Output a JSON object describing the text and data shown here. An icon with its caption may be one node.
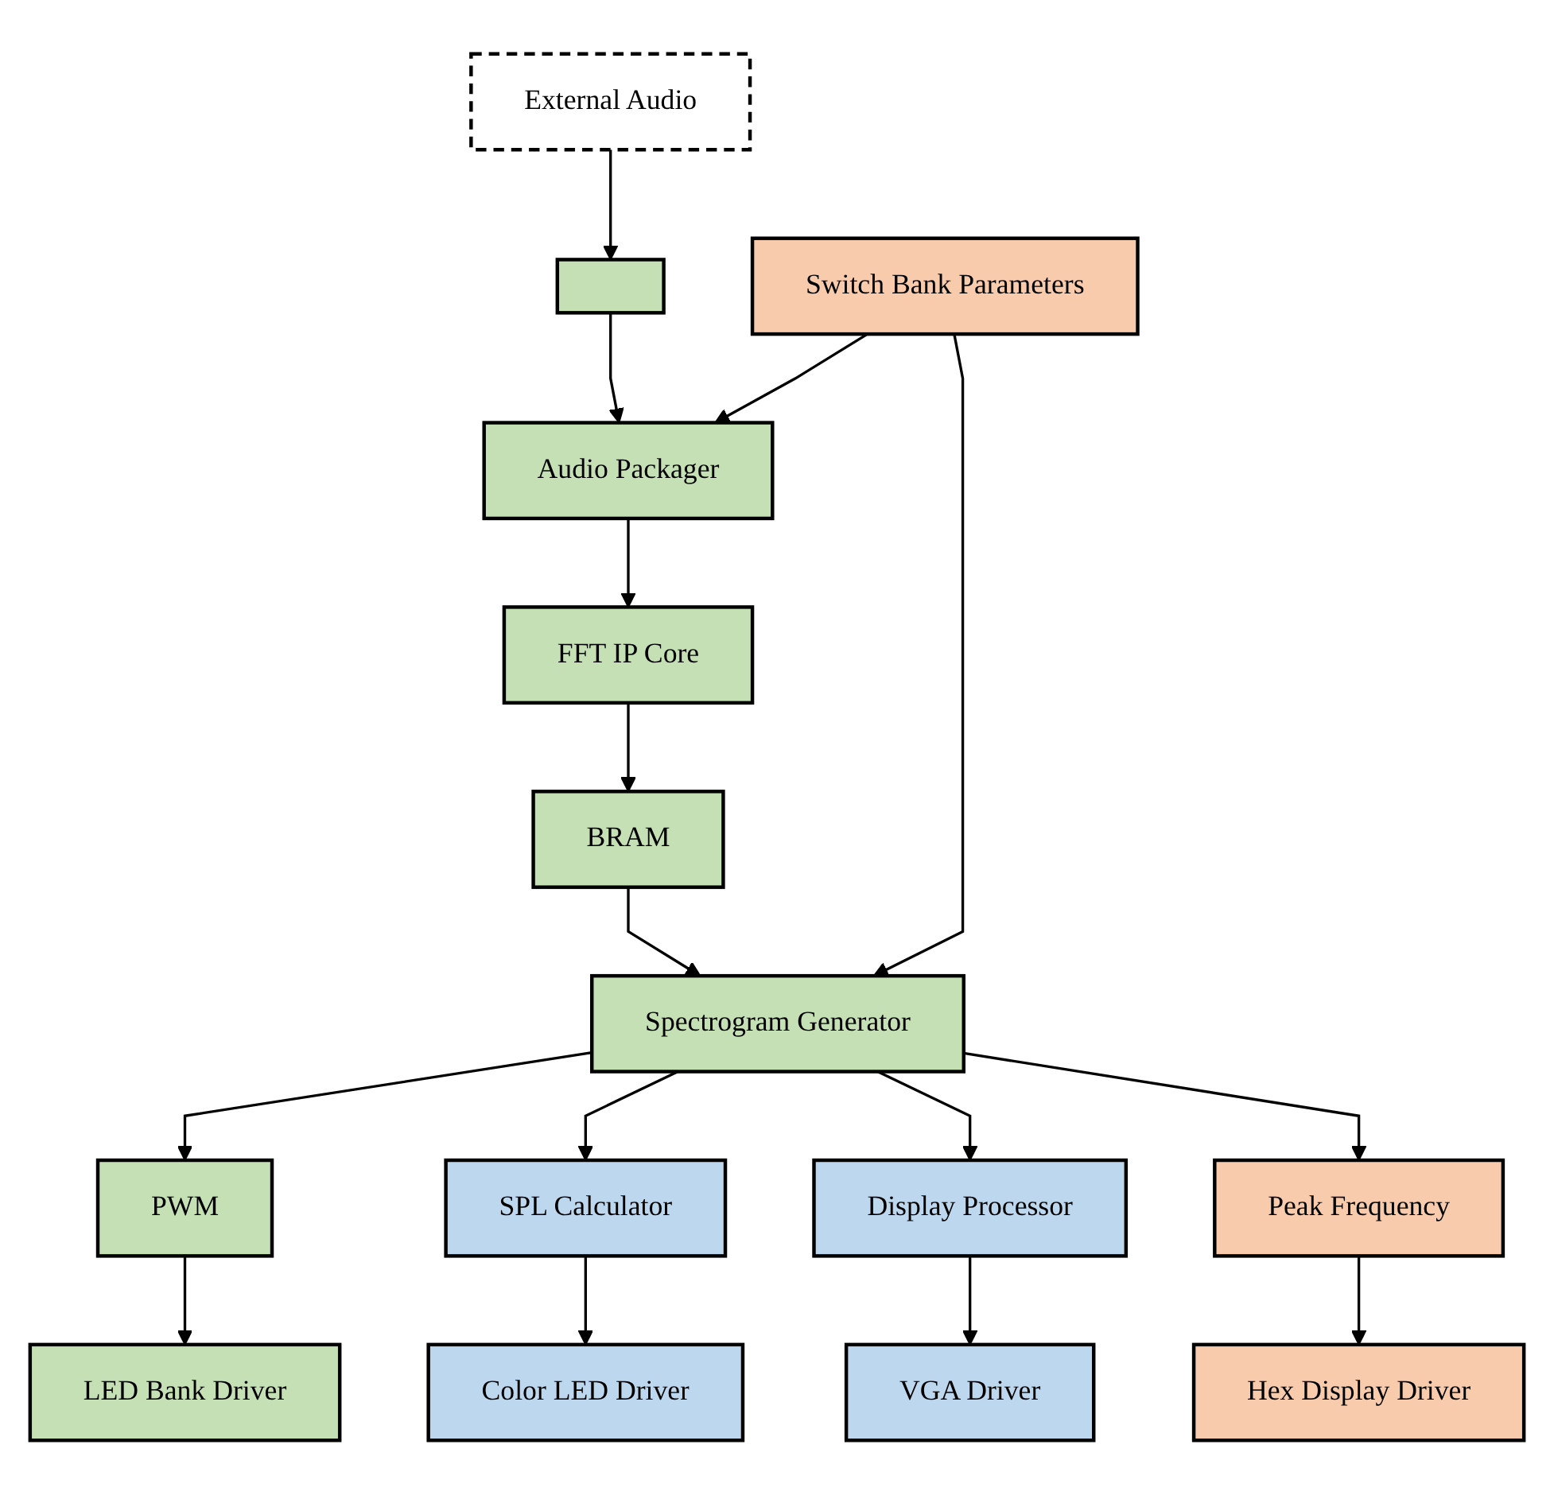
{
  "diagram": {
    "nodes": [
      {
        "text": [
          "External Audio"
        ]
      },
      {
        "text": [],
        "shape": "box"
      },
      {
        "text": [
          "Audio Packager"
        ]
      },
      {
        "text": [
          "FFT IP Core"
        ]
      },
      {
        "text": [
          "BRAM"
        ]
      },
      {
        "text": [
          "Spectrogram Generator"
        ]
      },
      {
        "text": [
          "Switch Bank Parameters"
        ]
      },
      {
        "text": [
          "PWM"
        ]
      },
      {
        "text": [
          "SPL Calculator"
        ]
      },
      {
        "text": [
          "Display Processor"
        ]
      },
      {
        "text": [
          "Peak Frequency"
        ]
      },
      {
        "text": [
          "LED Bank Driver"
        ]
      },
      {
        "text": [
          "Color LED Driver"
        ]
      },
      {
        "text": [
          "VGA Driver"
        ]
      },
      {
        "text": [
          "Hex Display Driver"
        ]
      }
    ],
    "edges": [
      {
        "from": 0,
        "to": 1,
        "arrow": "to"
      },
      {
        "from": 1,
        "to": 2,
        "arrow": "to"
      },
      {
        "from": 2,
        "to": 3,
        "arrow": "to"
      },
      {
        "from": 3,
        "to": 4,
        "arrow": "to"
      },
      {
        "from": 4,
        "to": 5,
        "arrow": "to"
      },
      {
        "from": 6,
        "to": 5,
        "arrow": "to"
      },
      {
        "from": 6,
        "to": 2,
        "arrow": "to"
      },
      {
        "from": 5,
        "to": 7,
        "arrow": "to"
      },
      {
        "from": 5,
        "to": 8,
        "arrow": "to"
      },
      {
        "from": 5,
        "to": 9,
        "arrow": "to"
      },
      {
        "from": 5,
        "to": 10,
        "arrow": "to"
      },
      {
        "from": 7,
        "to": 11,
        "arrow": "to"
      },
      {
        "from": 8,
        "to": 12,
        "arrow": "to"
      },
      {
        "from": 9,
        "to": 13,
        "arrow": "to"
      },
      {
        "from": 10,
        "to": 14,
        "arrow": "to"
      }
    ]
  }
}
